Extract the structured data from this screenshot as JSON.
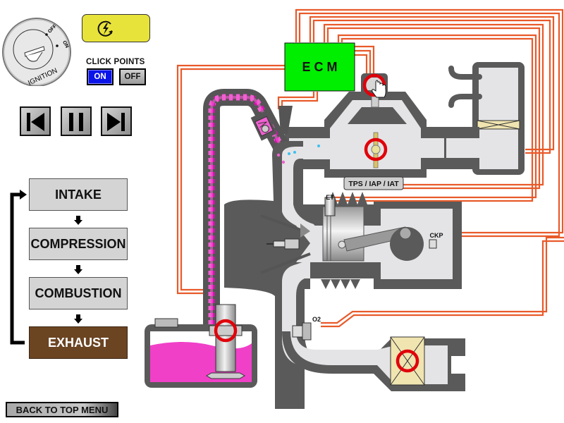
{
  "ignition": {
    "label": "IGNITION",
    "positions": [
      "OFF",
      "ON"
    ],
    "icon": "ignition-key-icon"
  },
  "status_button": {
    "icon": "electric-spark-cycle-icon",
    "color": "#e8e33a"
  },
  "click_points": {
    "label": "CLICK POINTS",
    "on_label": "ON",
    "off_label": "OFF",
    "selected": "ON",
    "on_color": "#0b14e8"
  },
  "playback": {
    "prev_icon": "skip-back-icon",
    "pause_icon": "pause-icon",
    "next_icon": "skip-forward-icon"
  },
  "stages": [
    {
      "label": "INTAKE",
      "active": false
    },
    {
      "label": "COMPRESSION",
      "active": false
    },
    {
      "label": "COMBUSTION",
      "active": false
    },
    {
      "label": "EXHAUST",
      "active": true
    }
  ],
  "stage_colors": {
    "inactive": "#d4d4d4",
    "active": "#6b4422"
  },
  "back_button": {
    "label": "BACK TO TOP MENU"
  },
  "diagram": {
    "ecm_label": "E C M",
    "ecm_color": "#00ee00",
    "sensor_label": "TPS / IAP / IAT",
    "et_label": "ET",
    "ckp_label": "CKP",
    "o2_label": "O2",
    "wire_color": "#e85a2a",
    "fuel_color": "#f040c8",
    "click_point_color": "#e0000a"
  }
}
